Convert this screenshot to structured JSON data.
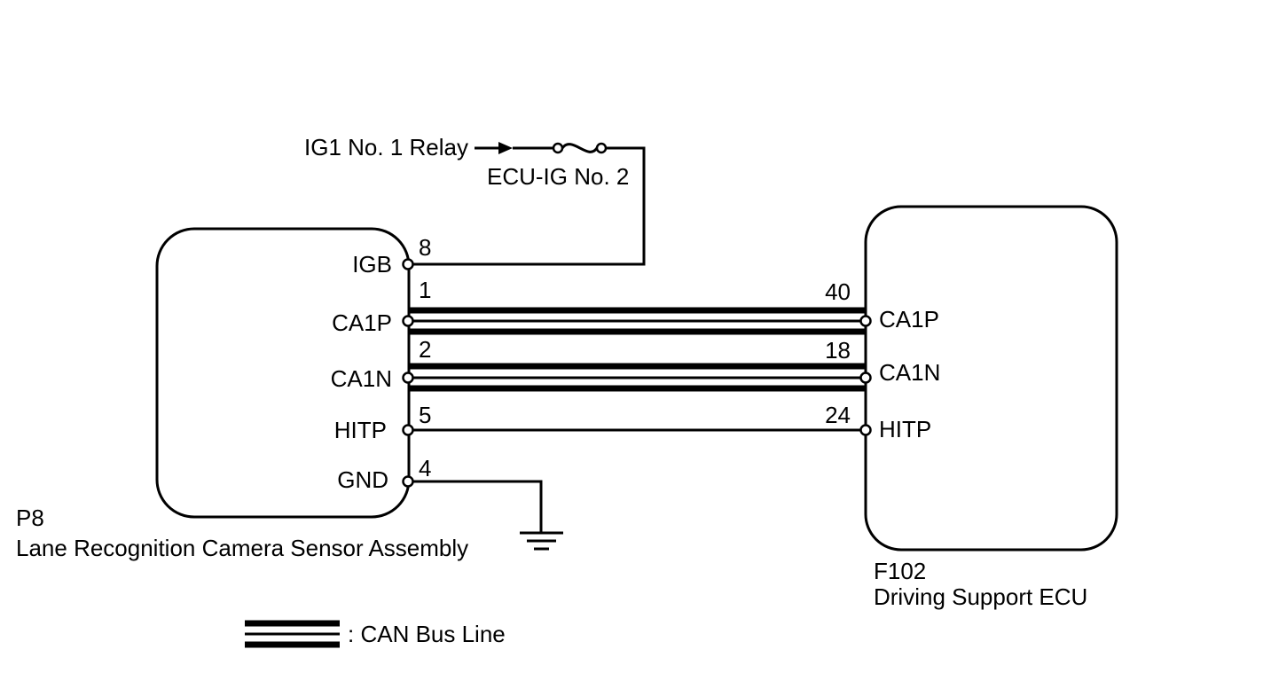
{
  "supply": {
    "source_label": "IG1 No. 1 Relay",
    "fuse_label": "ECU-IG No. 2"
  },
  "camera": {
    "code": "P8",
    "name": "Lane Recognition Camera Sensor Assembly",
    "pins": [
      {
        "signal": "IGB",
        "number": "8"
      },
      {
        "signal": "CA1P",
        "number": "1"
      },
      {
        "signal": "CA1N",
        "number": "2"
      },
      {
        "signal": "HITP",
        "number": "5"
      },
      {
        "signal": "GND",
        "number": "4"
      }
    ]
  },
  "ecu": {
    "code": "F102",
    "name": "Driving Support ECU",
    "pins": [
      {
        "signal": "CA1P",
        "number": "40"
      },
      {
        "signal": "CA1N",
        "number": "18"
      },
      {
        "signal": "HITP",
        "number": "24"
      }
    ]
  },
  "legend": {
    "can_bus_label": ": CAN Bus Line"
  }
}
